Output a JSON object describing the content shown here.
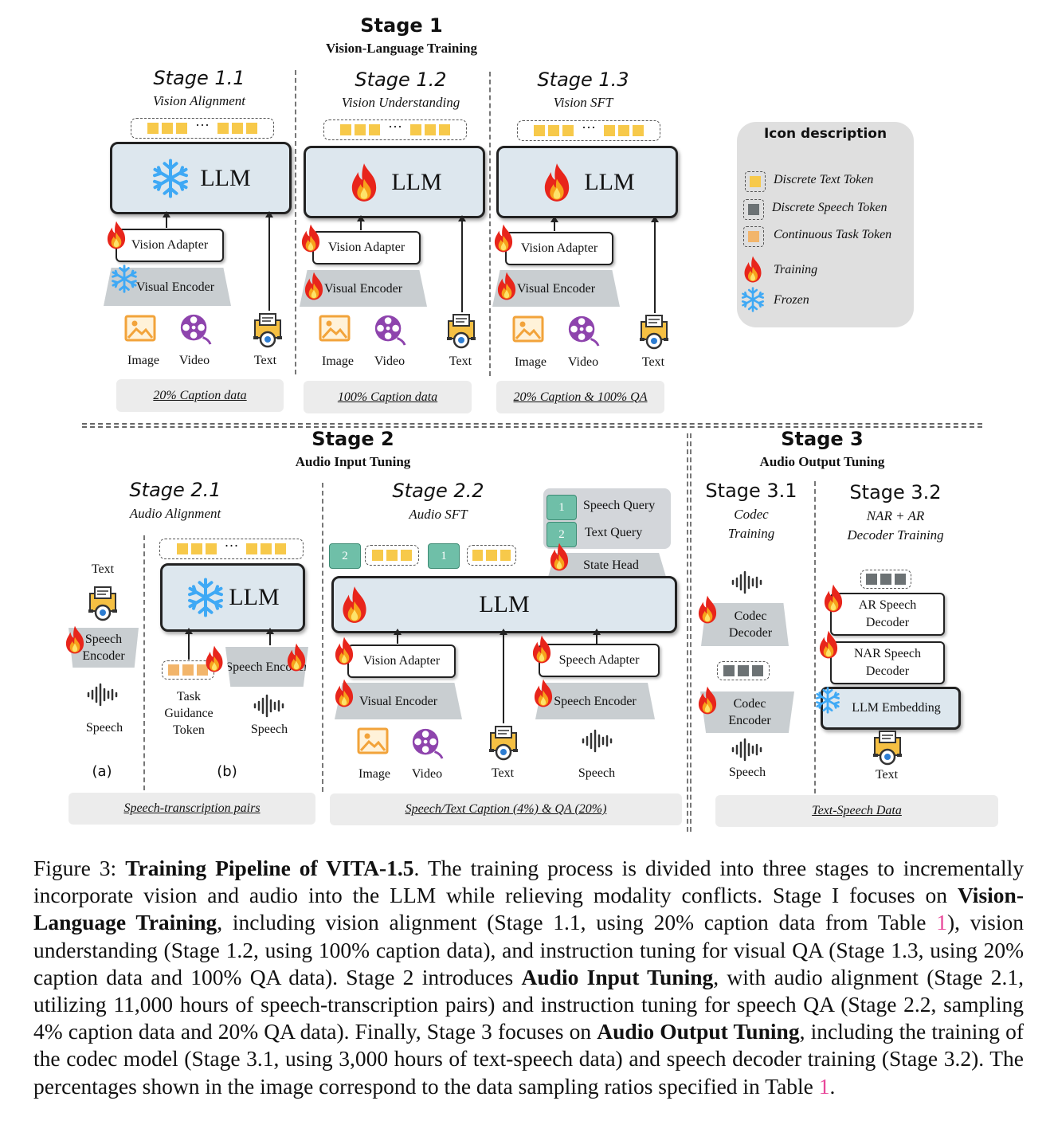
{
  "stage1": {
    "title": "Stage 1",
    "subtitle": "Vision-Language Training",
    "s11": {
      "title": "Stage 1.1",
      "subtitle": "Vision Alignment",
      "data": "20% Caption data"
    },
    "s12": {
      "title": "Stage 1.2",
      "subtitle": "Vision Understanding",
      "data": "100% Caption data"
    },
    "s13": {
      "title": "Stage 1.3",
      "subtitle": "Vision SFT",
      "data": "20% Caption & 100% QA"
    }
  },
  "stage2": {
    "title": "Stage 2",
    "subtitle": "Audio Input Tuning",
    "s21": {
      "title": "Stage 2.1",
      "subtitle": "Audio Alignment",
      "data": "Speech-transcription pairs",
      "a_label": "(a)",
      "b_label": "(b)",
      "task_token": "Task Guidance Token"
    },
    "s22": {
      "title": "Stage 2.2",
      "subtitle": "Audio SFT",
      "data": "Speech/Text Caption (4%) & QA (20%)",
      "speech_query": "Speech Query",
      "text_query": "Text Query",
      "state_head": "State Head",
      "num1": "1",
      "num2": "2"
    }
  },
  "stage3": {
    "title": "Stage 3",
    "subtitle": "Audio Output Tuning",
    "s31": {
      "title": "Stage 3.1",
      "subtitle1": "Codec",
      "subtitle2": "Training"
    },
    "s32": {
      "title": "Stage 3.2",
      "subtitle1": "NAR + AR",
      "subtitle2": "Decoder Training"
    },
    "data": "Text-Speech Data",
    "codec_decoder": "Codec Decoder",
    "codec_encoder": "Codec Encoder",
    "ar_decoder": "AR Speech Decoder",
    "nar_decoder": "NAR Speech Decoder",
    "llm_embedding": "LLM Embedding"
  },
  "labels": {
    "llm": "LLM",
    "vision_adapter": "Vision Adapter",
    "visual_encoder": "Visual Encoder",
    "speech_encoder": "Speech Encoder",
    "speech_adapter": "Speech Adapter",
    "image": "Image",
    "video": "Video",
    "text": "Text",
    "speech": "Speech",
    "dots": "···"
  },
  "legend": {
    "title": "Icon description",
    "discrete_text": "Discrete Text Token",
    "discrete_speech": "Discrete Speech Token",
    "continuous_task": "Continuous Task Token",
    "training": "Training",
    "frozen": "Frozen"
  },
  "colors": {
    "text_token": "#f7c94a",
    "speech_token": "#6c7274",
    "task_token": "#f2b56b",
    "llm_fill": "#dde7ee",
    "encoder_fill": "#c9ced1",
    "legend_bg": "#dfdfdf",
    "ref_link": "#e8479a"
  },
  "icons": [
    "fire-icon",
    "snowflake-icon",
    "image-icon",
    "video-icon",
    "text-doc-icon",
    "waveform-icon"
  ],
  "caption": {
    "p1": "Figure 3: ",
    "b1": "Training Pipeline of VITA-1.5",
    "p2": ". The training process is divided into three stages to incrementally incorporate vision and audio into the LLM while relieving modality conflicts. Stage I focuses on ",
    "b2": "Vision-Language Training",
    "p3": ", including vision alignment (Stage 1.1, using 20% caption data from Table ",
    "ref1": "1",
    "p4": "), vision understanding (Stage 1.2, using 100% caption data), and instruction tuning for visual QA (Stage 1.3, using 20% caption data and 100% QA data). Stage 2 introduces ",
    "b3": "Audio Input Tuning",
    "p5": ", with audio alignment (Stage 2.1, utilizing 11,000 hours of speech-transcription pairs) and instruction tuning for speech QA (Stage 2.2, sampling 4% caption data and 20% QA data). Finally, Stage 3 focuses on ",
    "b4": "Audio Output Tuning",
    "p6": ", including the training of the codec model (Stage 3.1, using 3,000 hours of text-speech data) and speech decoder training (Stage 3.2). The percentages shown in the image correspond to the data sampling ratios specified in Table ",
    "ref2": "1",
    "p7": "."
  }
}
